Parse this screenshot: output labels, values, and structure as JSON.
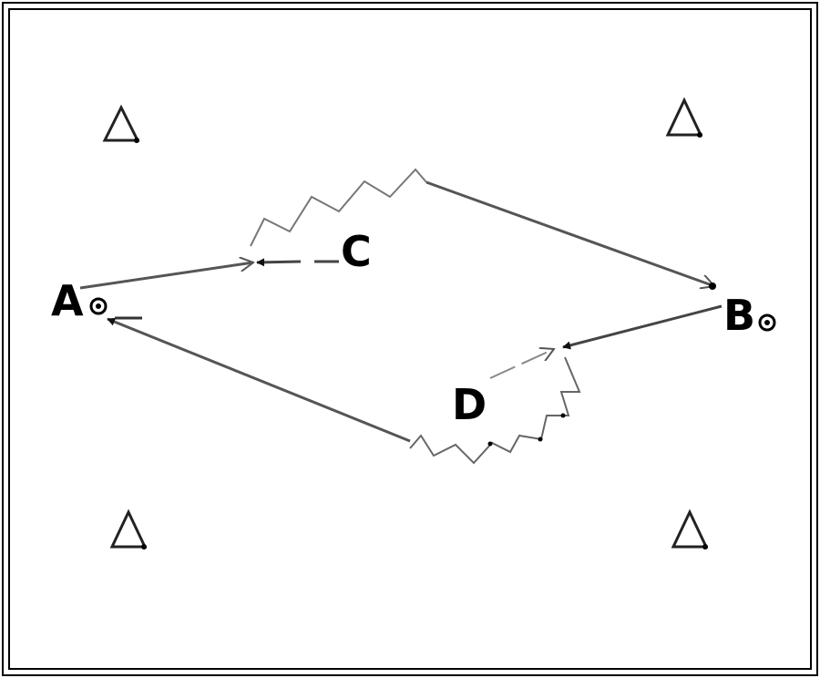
{
  "labels": {
    "a": "A",
    "b": "B",
    "c": "C",
    "d": "D"
  },
  "colors": {
    "line": "#555555",
    "ink": "#000000",
    "background": "#ffffff"
  },
  "icons": {
    "cone": "cone-icon",
    "player": "player-marker-icon",
    "arrowhead": "arrowhead-icon"
  }
}
